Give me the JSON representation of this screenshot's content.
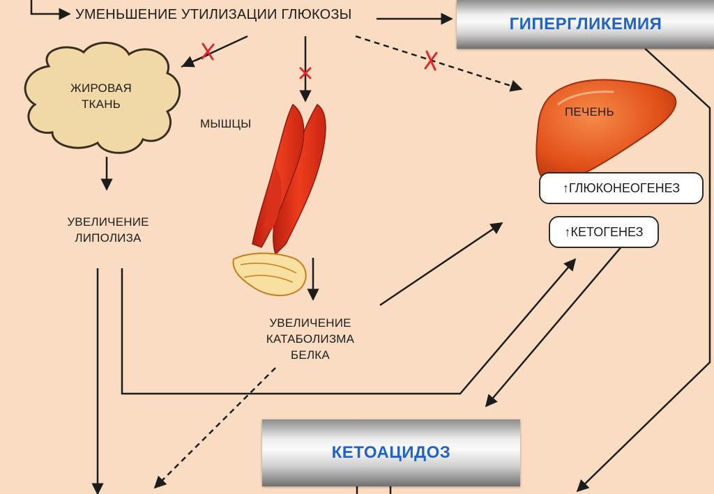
{
  "title": "УМЕНЬШЕНИЕ УТИЛИЗАЦИИ ГЛЮКОЗЫ",
  "fat_tissue": "ЖИРОВАЯ\nТКАНЬ",
  "muscles": "МЫШЦЫ",
  "lipolysis": "УВЕЛИЧЕНИЕ\nЛИПОЛИЗА",
  "catabolism": "УВЕЛИЧЕНИЕ\nКАТАБОЛИЗМА\nБЕЛКА",
  "liver": "ПЕЧЕНЬ",
  "hyperglycemia": "ГИПЕРГЛИКЕМИЯ",
  "ketoacidosis": "КЕТОАЦИДОЗ",
  "gluconeogenesis": "↑ГЛЮКОНЕОГЕНЕЗ",
  "ketogenesis": "↑КЕТОГЕНЕЗ",
  "colors": {
    "background": "#f9dcc2",
    "banner_text": "#1f63c6",
    "blocked_mark": "#e0262a",
    "liver": "#e8551c",
    "cloud": "#f0d7a6"
  }
}
